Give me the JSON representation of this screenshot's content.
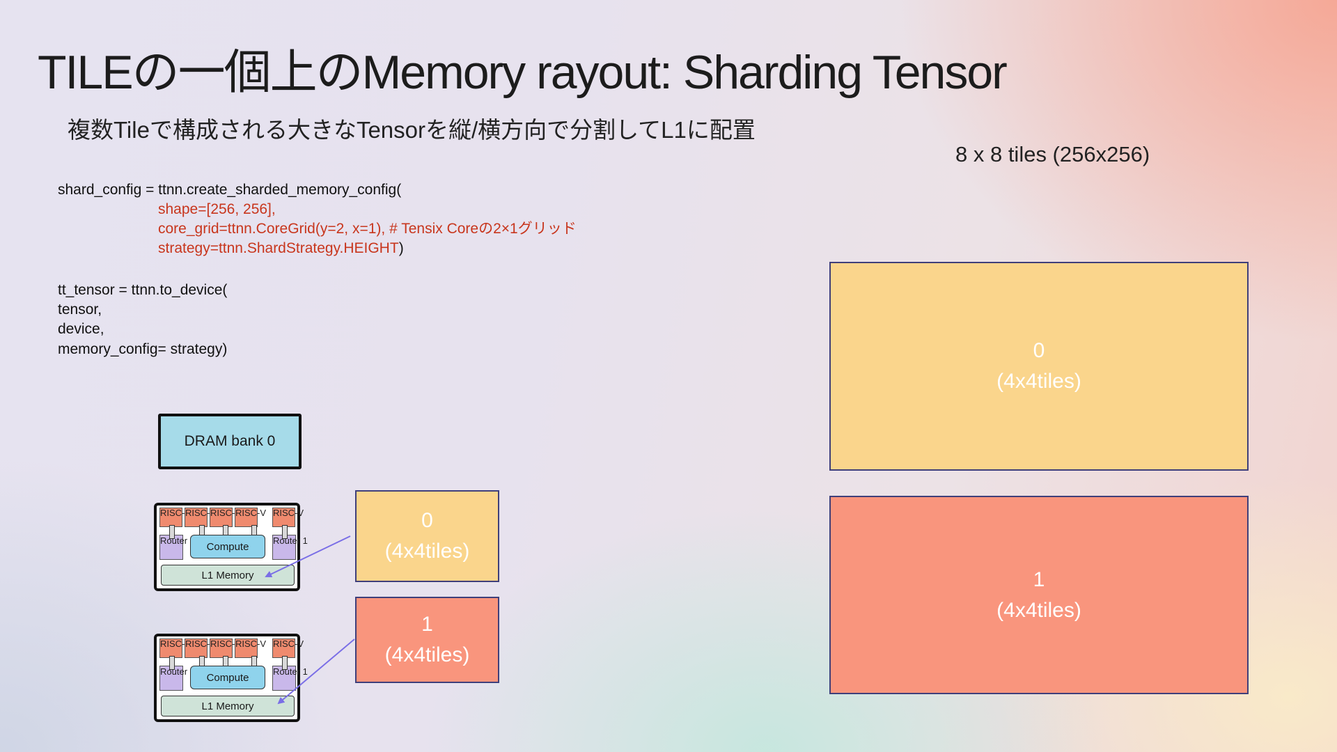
{
  "title": "TILEの一個上のMemory rayout: Sharding Tensor",
  "subtitle": "複数Tileで構成される大きなTensorを縦/横方向で分割してL1に配置",
  "tiles_caption": "8 x 8 tiles (256x256)",
  "code": {
    "line1": "shard_config = ttnn.create_sharded_memory_config(",
    "line2": "shape=[256, 256],",
    "line3": "core_grid=ttnn.CoreGrid(y=2, x=1), # Tensix Coreの2×1グリッド",
    "line4_red": "strategy=ttnn.ShardStrategy.HEIGHT",
    "line4_tail": ")",
    "line5": "tt_tensor = ttnn.to_device(",
    "line6": "tensor,",
    "line7": "device,",
    "line8": "memory_config= strategy)"
  },
  "dram": {
    "label": "DRAM bank 0"
  },
  "cores": [
    {
      "risc_labels": [
        "RISC-V",
        "RISC-V",
        "RISC-V",
        "RISC-V",
        "RISC-V"
      ],
      "router_left": "Router 0",
      "router_right": "Router 1",
      "compute": "Compute",
      "l1": "L1 Memory"
    },
    {
      "risc_labels": [
        "RISC-V",
        "RISC-V",
        "RISC-V",
        "RISC-V",
        "RISC-V"
      ],
      "router_left": "Router 0",
      "router_right": "Router 1",
      "compute": "Compute",
      "l1": "L1 Memory"
    }
  ],
  "small_shards": [
    {
      "index": "0",
      "size": "(4x4tiles)",
      "color": "#fad58c"
    },
    {
      "index": "1",
      "size": "(4x4tiles)",
      "color": "#f9957d"
    }
  ],
  "large_shards": [
    {
      "index": "0",
      "size": "(4x4tiles)",
      "color": "#fad58c"
    },
    {
      "index": "1",
      "size": "(4x4tiles)",
      "color": "#f9957d"
    }
  ],
  "colors": {
    "code_highlight": "#c8361d",
    "arrow": "#7a6ee6",
    "shard_border": "#3f3f7a"
  }
}
